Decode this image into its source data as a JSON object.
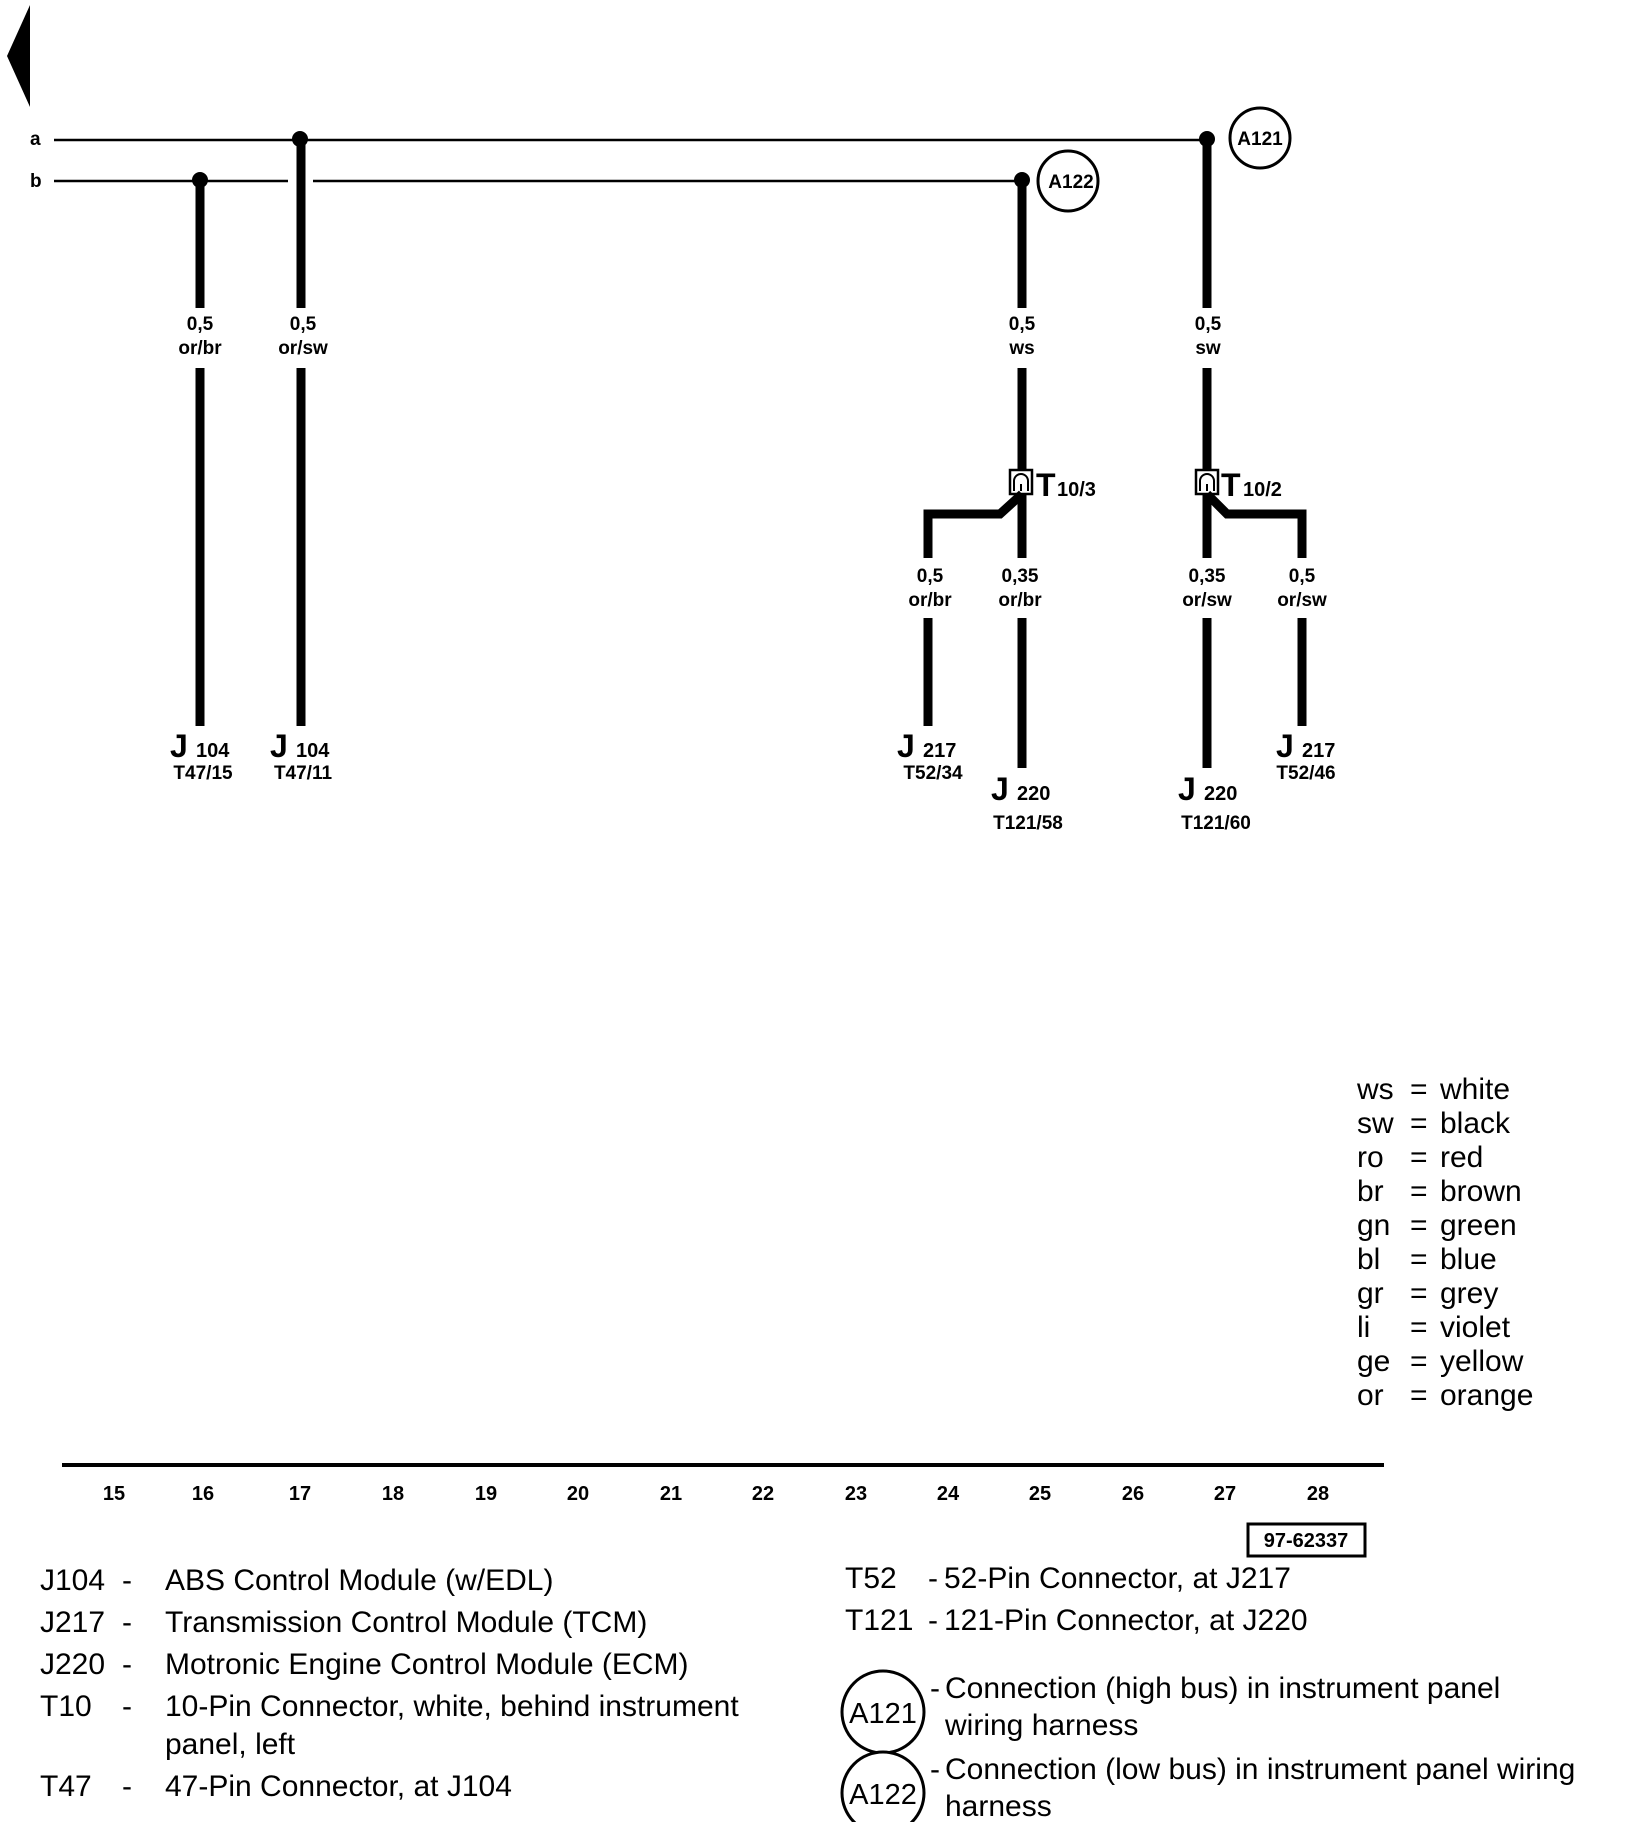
{
  "rails": {
    "a": "a",
    "b": "b"
  },
  "wires": {
    "w16": {
      "size": "0,5",
      "color": "or/br"
    },
    "w17": {
      "size": "0,5",
      "color": "or/sw"
    },
    "w25": {
      "size": "0,5",
      "color": "ws"
    },
    "w27": {
      "size": "0,5",
      "color": "sw"
    },
    "w24b": {
      "size": "0,5",
      "color": "or/br"
    },
    "w25b": {
      "size": "0,35",
      "color": "or/br"
    },
    "w27b": {
      "size": "0,35",
      "color": "or/sw"
    },
    "w28b": {
      "size": "0,5",
      "color": "or/sw"
    }
  },
  "connectors": {
    "t103": {
      "letter": "T",
      "sub": "10/3"
    },
    "t102": {
      "letter": "T",
      "sub": "10/2"
    }
  },
  "junctions": {
    "a121": "A121",
    "a122": "A122"
  },
  "components": {
    "c16": {
      "letter": "J",
      "sub": "104",
      "pin": "T47/15"
    },
    "c17": {
      "letter": "J",
      "sub": "104",
      "pin": "T47/11"
    },
    "c24": {
      "letter": "J",
      "sub": "217",
      "pin": "T52/34"
    },
    "c25": {
      "letter": "J",
      "sub": "220",
      "pin": "T121/58"
    },
    "c27": {
      "letter": "J",
      "sub": "220",
      "pin": "T121/60"
    },
    "c28": {
      "letter": "J",
      "sub": "217",
      "pin": "T52/46"
    }
  },
  "legend": [
    {
      "code": "ws",
      "name": "white"
    },
    {
      "code": "sw",
      "name": "black"
    },
    {
      "code": "ro",
      "name": "red"
    },
    {
      "code": "br",
      "name": "brown"
    },
    {
      "code": "gn",
      "name": "green"
    },
    {
      "code": "bl",
      "name": "blue"
    },
    {
      "code": "gr",
      "name": "grey"
    },
    {
      "code": "li",
      "name": "violet"
    },
    {
      "code": "ge",
      "name": "yellow"
    },
    {
      "code": "or",
      "name": "orange"
    }
  ],
  "legend_eq": "=",
  "scale": [
    "15",
    "16",
    "17",
    "18",
    "19",
    "20",
    "21",
    "22",
    "23",
    "24",
    "25",
    "26",
    "27",
    "28"
  ],
  "diagram_id": "97-62337",
  "descriptions_left": [
    {
      "code": "J104",
      "dash": "-",
      "lines": [
        "ABS Control Module (w/EDL)"
      ]
    },
    {
      "code": "J217",
      "dash": "-",
      "lines": [
        "Transmission Control Module (TCM)"
      ]
    },
    {
      "code": "J220",
      "dash": "-",
      "lines": [
        "Motronic Engine Control Module (ECM)"
      ]
    },
    {
      "code": "T10",
      "dash": "-",
      "lines": [
        "10-Pin Connector, white, behind instrument",
        "panel, left"
      ]
    },
    {
      "code": "T47",
      "dash": "-",
      "lines": [
        "47-Pin Connector, at J104"
      ]
    }
  ],
  "descriptions_right": [
    {
      "code": "T52",
      "dash": "-",
      "lines": [
        "52-Pin Connector, at J217"
      ]
    },
    {
      "code": "T121",
      "dash": "-",
      "lines": [
        "121-Pin Connector, at J220"
      ]
    }
  ],
  "junction_descriptions": [
    {
      "code": "A121",
      "dash": "-",
      "lines": [
        "Connection (high bus) in instrument panel",
        "wiring harness"
      ]
    },
    {
      "code": "A122",
      "dash": "-",
      "lines": [
        "Connection (low bus) in instrument panel wiring",
        "harness"
      ]
    }
  ]
}
